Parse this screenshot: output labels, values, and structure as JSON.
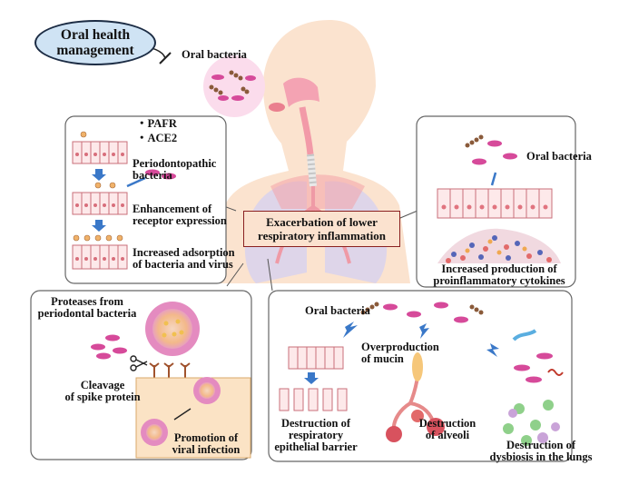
{
  "title_oval": "Oral health\nmanagement",
  "labels": {
    "oral_bacteria_top": "Oral bacteria",
    "pafr": "・PAFR",
    "ace2": "・ACE2",
    "periodontopathic": "Periodontopathic\nbacteria",
    "enhancement": "Enhancement of\nreceptor expression",
    "increased_adsorption": "Increased adsorption\nof bacteria and virus",
    "center": "Exacerbation of lower\nrespiratory inflammation",
    "oral_bacteria_right": "Oral bacteria",
    "cytokines": "Increased production of\nproinflammatory cytokines",
    "proteases": "Proteases from\nperiodontal bacteria",
    "cleavage": "Cleavage\nof spike protein",
    "promotion": "Promotion of\nviral infection",
    "oral_bacteria_bottom": "Oral bacteria",
    "overproduction": "Overproduction\nof  mucin",
    "destruction_epithelial": "Destruction of\nrespiratory\nepithelial barrier",
    "destruction_alveoli": "Destruction\nof  alveoli",
    "destruction_dysbiosis": "Destruction of\ndysbiosis in the lungs"
  },
  "colors": {
    "oval_fill": "#cfe3f4",
    "center_fill": "#fbe2cf",
    "center_border": "#8a2020",
    "skin": "#fbe3cf",
    "lung": "#dcd4ea",
    "bacteria": "#d64a9a",
    "arrow": "#3a78c8"
  },
  "icons": [
    "inhibit-icon",
    "down-arrow-icon",
    "scissors-icon",
    "lightning-arrow-icon"
  ]
}
